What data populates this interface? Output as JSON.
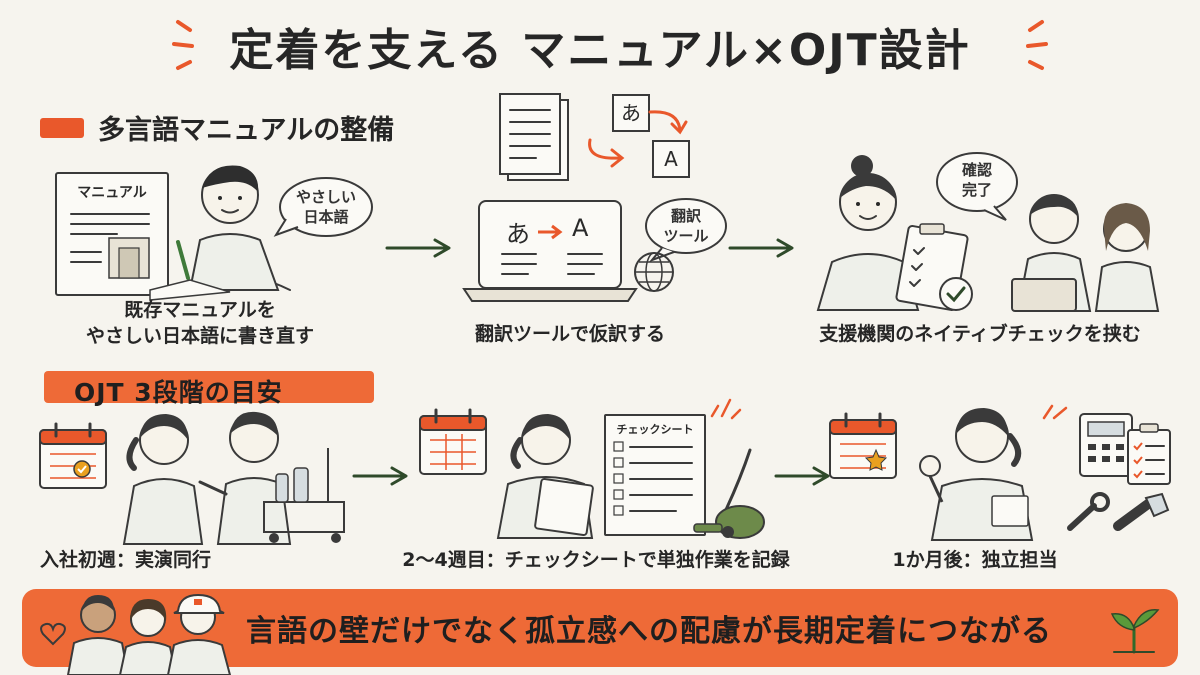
{
  "title": "定着を支える マニュアル×OJT設計",
  "section1": {
    "heading": "多言語マニュアルの整備",
    "step1": {
      "manual_label": "マニュアル",
      "bubble": "やさしい\n日本語",
      "caption": "既存マニュアルを\nやさしい日本語に書き直す"
    },
    "step2": {
      "doc_char_a": "あ",
      "doc_char_b": "A",
      "screen_a": "あ",
      "screen_b": "A",
      "bubble": "翻訳\nツール",
      "caption": "翻訳ツールで仮訳する"
    },
    "step3": {
      "bubble": "確認\n完了",
      "caption": "支援機関のネイティブチェックを挟む"
    }
  },
  "section2": {
    "heading": "OJT 3段階の目安",
    "stage1": {
      "caption": "入社初週：実演同行"
    },
    "stage2": {
      "sheet_title": "チェックシート",
      "caption": "2～4週目：チェックシートで単独作業を記録"
    },
    "stage3": {
      "caption": "1か月後：独立担当"
    }
  },
  "banner": {
    "text": "言語の壁だけでなく孤立感への配慮が長期定着につながる"
  },
  "colors": {
    "accent": "#e9582b",
    "banner": "#ee6a37",
    "arrow": "#2f4a2a",
    "paper": "#f6f4ee"
  }
}
